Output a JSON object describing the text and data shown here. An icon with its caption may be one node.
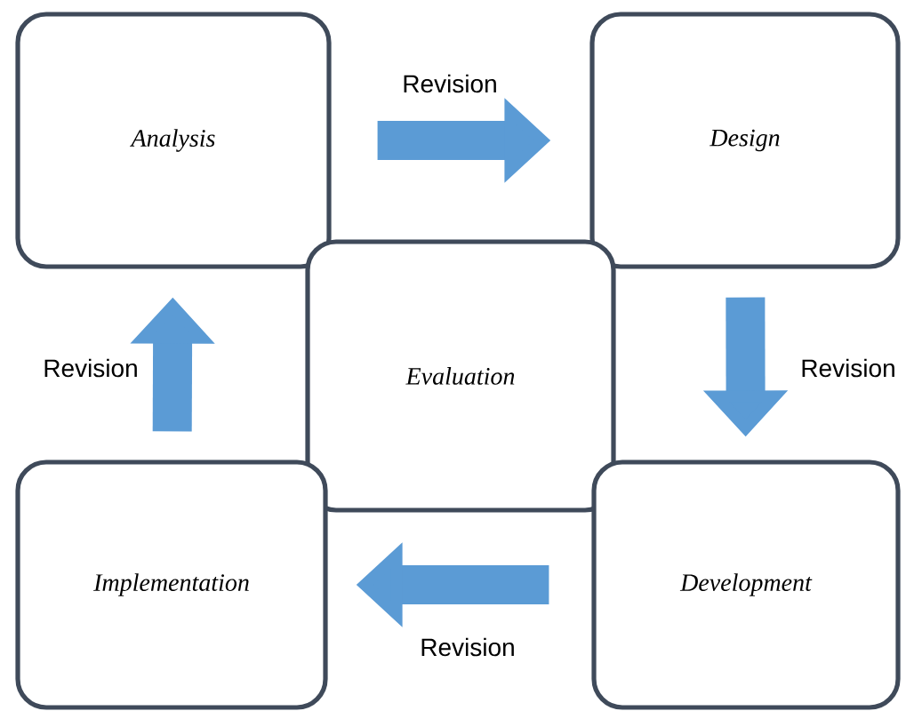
{
  "diagram": {
    "nodes": [
      {
        "text": [
          "Analysis"
        ]
      },
      {
        "text": [
          "Design"
        ]
      },
      {
        "text": [
          "Evaluation"
        ]
      },
      {
        "text": [
          "Implementation"
        ]
      },
      {
        "text": [
          "Development"
        ]
      }
    ],
    "edges": [
      {
        "from": 0,
        "to": 1,
        "arrow": "to",
        "label": "Revision"
      },
      {
        "from": 1,
        "to": 4,
        "arrow": "to",
        "label": "Revision"
      },
      {
        "from": 4,
        "to": 3,
        "arrow": "to",
        "label": "Revision"
      },
      {
        "from": 3,
        "to": 0,
        "arrow": "to",
        "label": "Revision"
      }
    ]
  }
}
